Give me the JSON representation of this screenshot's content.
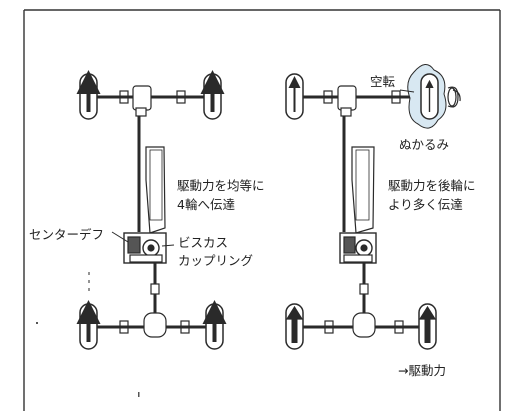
{
  "left_panel": {
    "lines": [
      "駆動力を均等に",
      "4輪へ伝達"
    ],
    "center_diff": "センターデフ",
    "viscous": [
      "ビスカス",
      "カップリング"
    ]
  },
  "right_panel": {
    "spin": "空転",
    "mud": "ぬかるみ",
    "lines": [
      "駆動力を後輪に",
      "より多く伝達"
    ]
  },
  "legend": "→駆動力",
  "colors": {
    "ink": "#2a2a2a",
    "frame": "#333333",
    "paper": "#ffffff"
  },
  "icons": [
    "drive-force-arrow-icon",
    "spinning-wheel-icon"
  ]
}
